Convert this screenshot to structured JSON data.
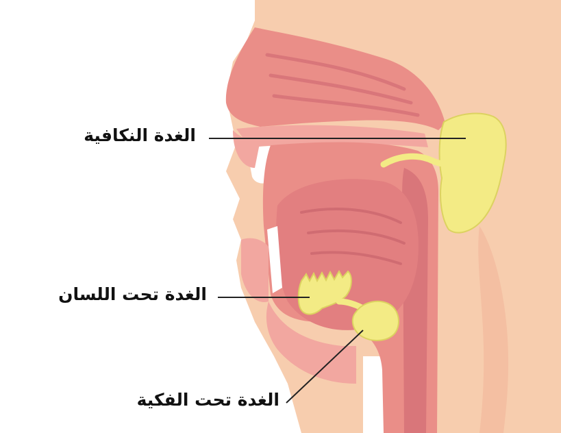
{
  "labels": {
    "parotid": "الغدة النكافية",
    "sublingual": "الغدة تحت اللسان",
    "submandibular": "الغدة تحت الفكية"
  },
  "colors": {
    "background": "#ffffff",
    "skin": "#f7cdae",
    "tissue_light": "#f2a7a0",
    "tissue": "#ea8e88",
    "tissue_dark": "#d9767a",
    "cavity": "#b85a66",
    "teeth": "#ffffff",
    "gland": "#f3eb85",
    "gland_outline": "#dcd260",
    "leader_line": "#222222",
    "text": "#111111"
  }
}
